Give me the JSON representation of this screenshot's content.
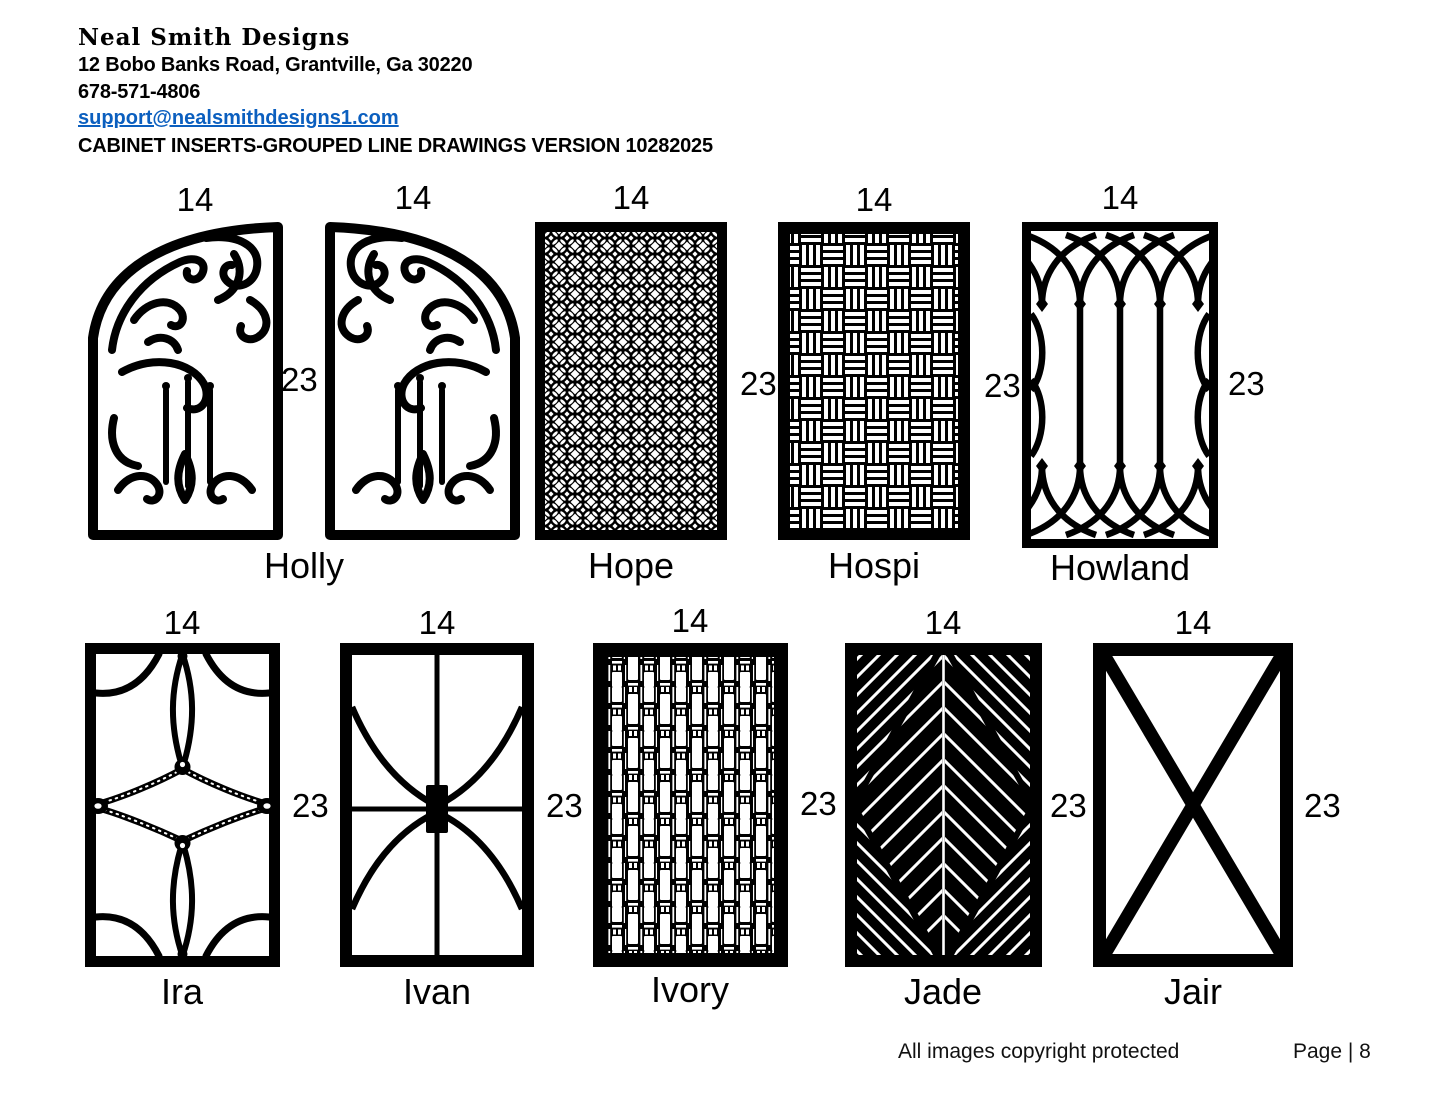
{
  "header": {
    "company": "Neal Smith Designs",
    "address": "12 Bobo Banks Road, Grantville, Ga 30220",
    "phone": "678-571-4806",
    "email": "support@nealsmithdesigns1.com",
    "title": "CABINET INSERTS-GROUPED LINE DRAWINGS VERSION 10282025"
  },
  "panels": [
    {
      "name": "Holly",
      "width_label": "14",
      "height_label": "23"
    },
    {
      "name": "Hope",
      "width_label": "14",
      "height_label": "23"
    },
    {
      "name": "Hospi",
      "width_label": "14",
      "height_label": "23"
    },
    {
      "name": "Howland",
      "width_label": "14",
      "height_label": "23"
    },
    {
      "name": "Ira",
      "width_label": "14",
      "height_label": "23"
    },
    {
      "name": "Ivan",
      "width_label": "14",
      "height_label": "23"
    },
    {
      "name": "Ivory",
      "width_label": "14",
      "height_label": "23"
    },
    {
      "name": "Jade",
      "width_label": "14",
      "height_label": "23"
    },
    {
      "name": "Jair",
      "width_label": "14",
      "height_label": "23"
    }
  ],
  "footer": {
    "copyright": "All images copyright protected",
    "page": "Page | 8"
  },
  "colors": {
    "ink": "#000000",
    "link_blue": "#0b5fbf",
    "paper": "#ffffff"
  }
}
